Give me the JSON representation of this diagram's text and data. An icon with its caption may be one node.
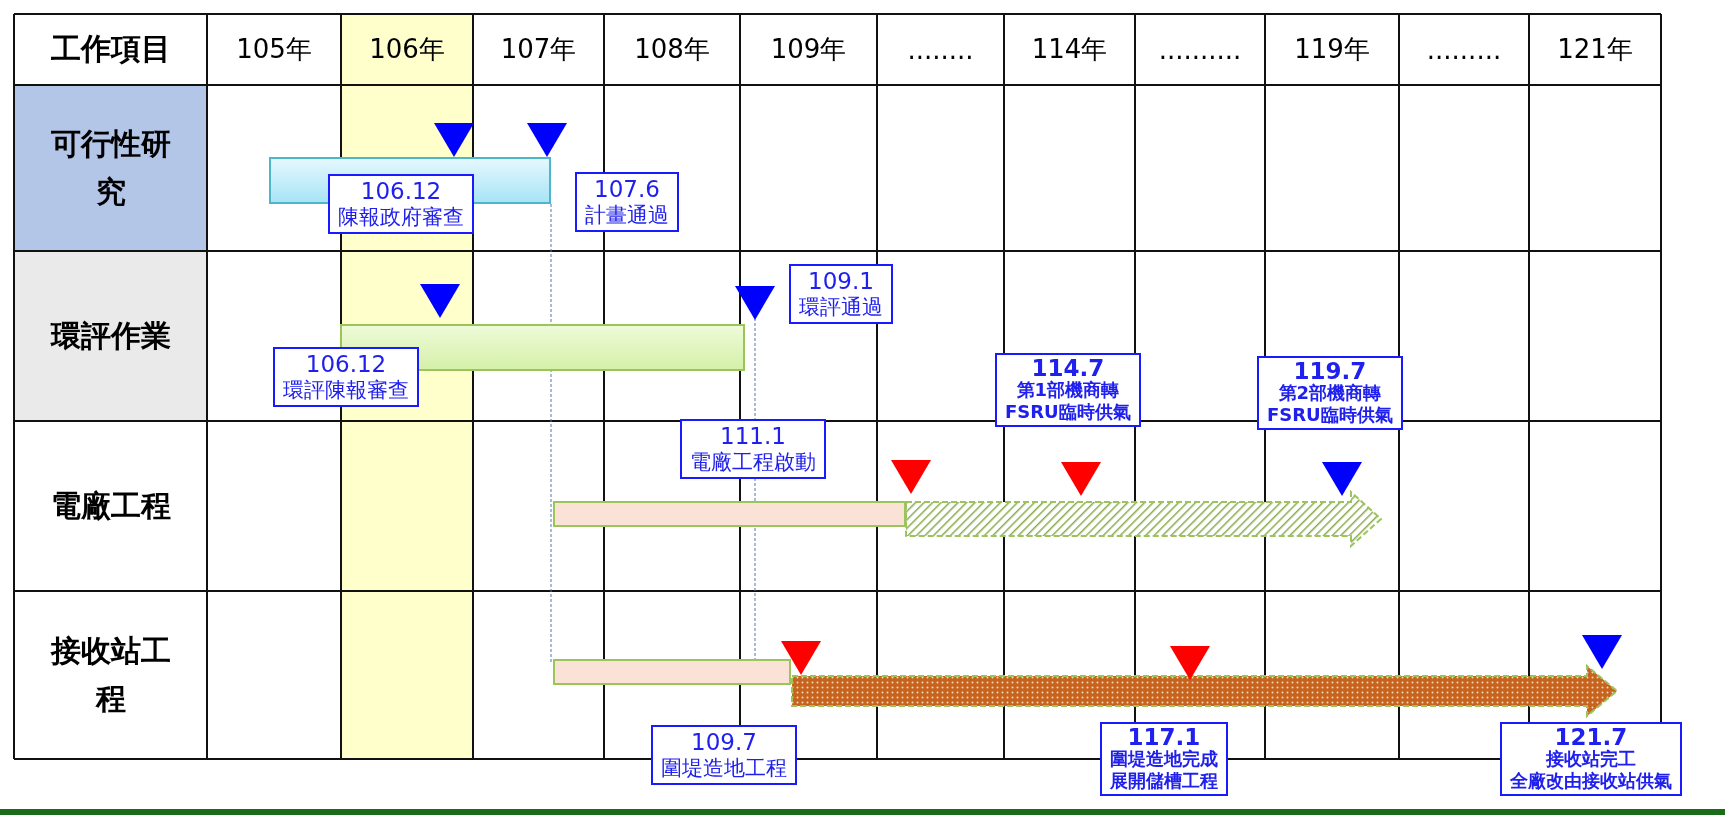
{
  "diagram": {
    "nodes": [
      {
        "text": [
          "106.12",
          "陳報政府審查"
        ]
      },
      {
        "text": [
          "107.6",
          "計畫通過"
        ]
      },
      {
        "text": [
          "109.1",
          "環評通過"
        ]
      },
      {
        "text": [
          "106.12",
          "環評陳報審查"
        ]
      },
      {
        "text": [
          "114.7",
          "第1部機商轉",
          "FSRU臨時供氣"
        ]
      },
      {
        "text": [
          "119.7",
          "第2部機商轉",
          "FSRU臨時供氣"
        ]
      },
      {
        "text": [
          "111.1",
          "電廠工程啟動"
        ]
      },
      {
        "text": [
          "109.7",
          "圍堤造地工程"
        ]
      },
      {
        "text": [
          "117.1",
          "圍堤造地完成",
          "展開儲槽工程"
        ]
      },
      {
        "text": [
          "121.7",
          "接收站完工",
          "全廠改由接收站供氣"
        ]
      }
    ],
    "labels": [
      "工作項目",
      "105年",
      "106年",
      "107年",
      "108年",
      "109年",
      "........",
      "114年",
      "..........",
      "119年",
      ".........",
      "121年",
      "可行性研究",
      "環評作業",
      "電廠工程",
      "接收站工程"
    ]
  }
}
